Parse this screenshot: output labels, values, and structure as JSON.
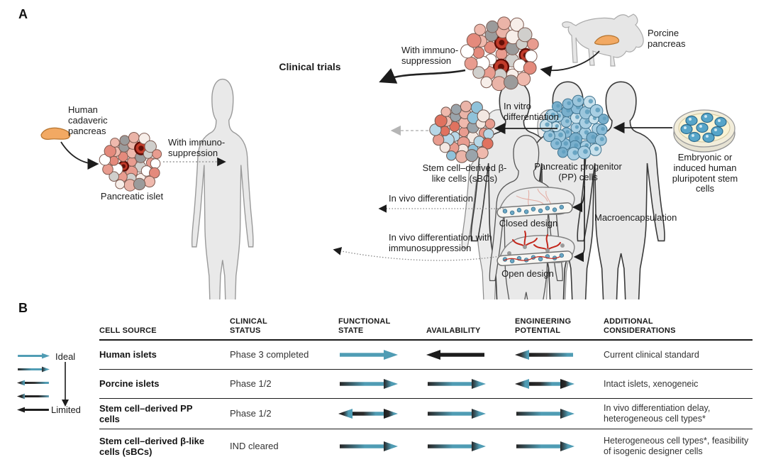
{
  "panel_a": {
    "label": "A",
    "human_source_label": "Human cadaveric pancreas",
    "islet_label": "Pancreatic islet",
    "immuno_left_label": "With immuno-suppression",
    "clinical_trials_title": "Clinical trials",
    "immuno_right_label": "With immuno-suppression",
    "porcine_label": "Porcine pancreas",
    "invitro_label": "In vitro differentiation",
    "sbc_label": "Stem cell–derived β-like cells (sBCs)",
    "pp_label": "Pancreatic progenitor (PP) cells",
    "psc_label": "Embryonic or induced human pluripotent stem cells",
    "invivo_label": "In vivo differentiation",
    "invivo_immuno_label": "In vivo differentiation with immunosuppression",
    "closed_label": "Closed design",
    "open_label": "Open design",
    "macro_label": "Macroencapsulation"
  },
  "panel_b": {
    "label": "B",
    "legend": {
      "ideal": "Ideal",
      "limited": "Limited",
      "arrows": [
        "blue-right",
        "grad-right",
        "grad-left-light",
        "grad-left-dark",
        "black-left"
      ]
    },
    "table": {
      "headers": [
        "CELL SOURCE",
        "CLINICAL STATUS",
        "FUNCTIONAL STATE",
        "AVAILABILITY",
        "ENGINEERING POTENTIAL",
        "ADDITIONAL CONSIDERATIONS"
      ],
      "rows": [
        {
          "source": "Human islets",
          "status": "Phase 3 completed",
          "functional": "blue-right",
          "availability": "black-left",
          "engineering": "grad-left-light",
          "notes": "Current clinical standard"
        },
        {
          "source": "Porcine islets",
          "status": "Phase 1/2",
          "functional": "grad-right",
          "availability": "grad-right",
          "engineering": "both",
          "notes": "Intact islets, xenogeneic"
        },
        {
          "source": "Stem cell–derived PP cells",
          "status": "Phase 1/2",
          "functional": "both",
          "availability": "grad-right",
          "engineering": "grad-right",
          "notes": "In vivo differentiation delay, heterogeneous cell types*"
        },
        {
          "source": "Stem cell–derived β-like cells (sBCs)",
          "status": "IND cleared",
          "functional": "grad-right",
          "availability": "grad-right",
          "engineering": "grad-right",
          "notes": "Heterogeneous cell types*, feasibility of isogenic designer cells"
        }
      ]
    }
  },
  "colors": {
    "arrow_blue": "#4f9cb4",
    "arrow_black": "#1c1c1c",
    "pancreas_orange": "#f2a963",
    "red_cell": "#c23b2a",
    "silhouette_fill": "#e9e9e9"
  }
}
